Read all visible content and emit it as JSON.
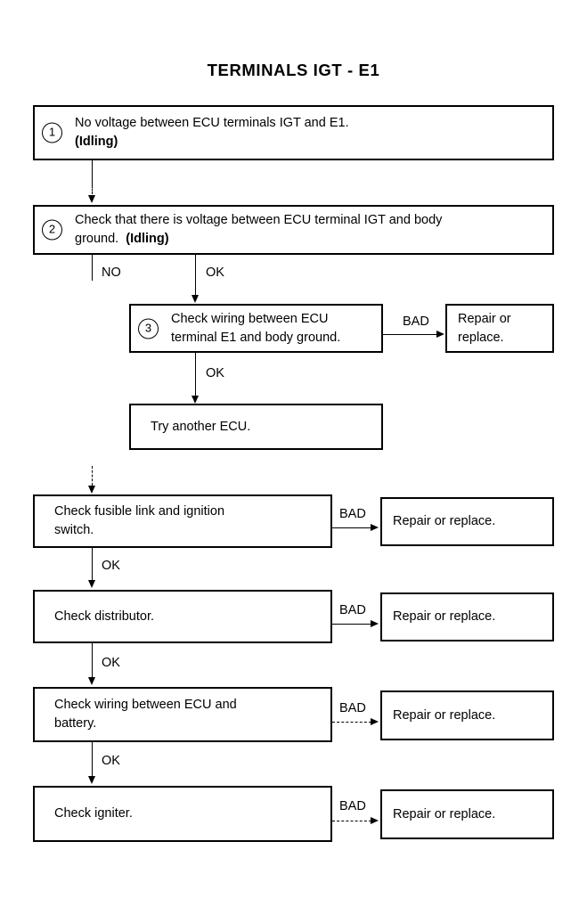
{
  "title": "TERMINALS IGT - E1",
  "nodes": {
    "step1": {
      "number": "1",
      "line1": "No voltage between ECU terminals IGT and E1.",
      "line2": "(Idling)"
    },
    "step2": {
      "number": "2",
      "line1": "Check that there is voltage between ECU terminal IGT and body",
      "line2": "ground.",
      "line2b": "(Idling)"
    },
    "step3": {
      "number": "3",
      "line1": "Check wiring between ECU",
      "line2": "terminal E1 and body ground."
    },
    "try_ecu": {
      "text": "Try another ECU."
    },
    "repair3": {
      "text": "Repair or\nreplace."
    },
    "fusible": {
      "line1": "Check fusible link and ignition",
      "line2": "switch."
    },
    "repair_fusible": {
      "text": "Repair or replace."
    },
    "distributor": {
      "text": "Check distributor."
    },
    "repair_distributor": {
      "text": "Repair or replace."
    },
    "wiring_battery": {
      "line1": "Check wiring between ECU and",
      "line2": "battery."
    },
    "repair_wiring": {
      "text": "Repair or replace."
    },
    "igniter": {
      "text": "Check igniter."
    },
    "repair_igniter": {
      "text": "Repair or replace."
    }
  },
  "edges": {
    "no": "NO",
    "ok_step2": "OK",
    "ok_step3": "OK",
    "bad_step3": "BAD",
    "ok_fusible": "OK",
    "bad_fusible": "BAD",
    "ok_distributor": "OK",
    "bad_distributor": "BAD",
    "ok_wiring": "OK",
    "bad_wiring": "BAD",
    "bad_igniter": "BAD"
  },
  "colors": {
    "ink": "#000000",
    "paper": "#ffffff"
  }
}
